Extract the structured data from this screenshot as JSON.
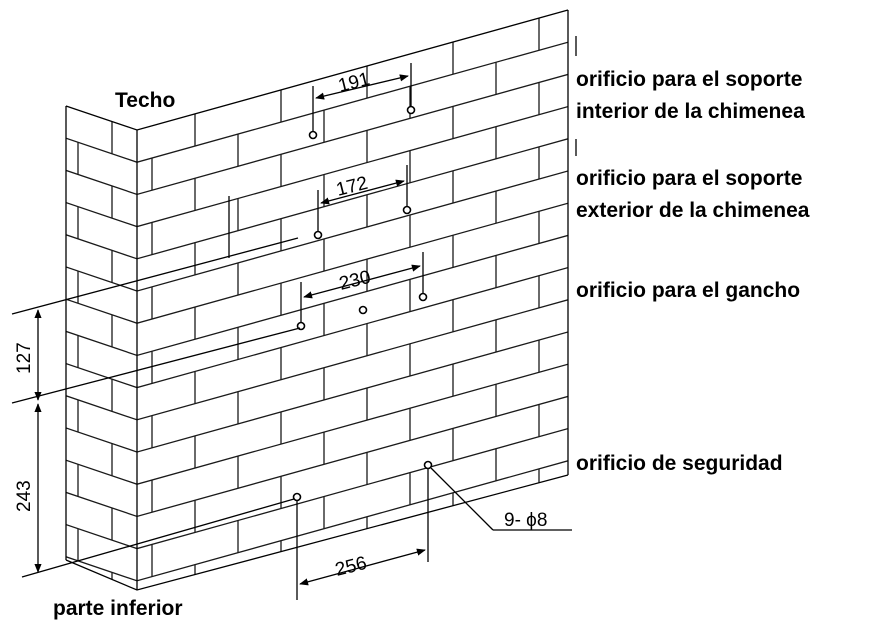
{
  "labels": {
    "ceiling": "Techo",
    "floor": "parte inferior",
    "inner_support": [
      "orificio para el soporte",
      "interior de la chimenea"
    ],
    "outer_support": [
      "orificio para el soporte",
      "exterior de la chimenea"
    ],
    "hook": "orificio para el gancho",
    "safety": "orificio de seguridad"
  },
  "dimensions": {
    "inner_support_spacing": "191",
    "outer_support_spacing": "172",
    "hook_spacing": "230",
    "safety_spacing": "256",
    "hook_height": "127",
    "bottom_height": "243",
    "holes": "9- ϕ8"
  }
}
